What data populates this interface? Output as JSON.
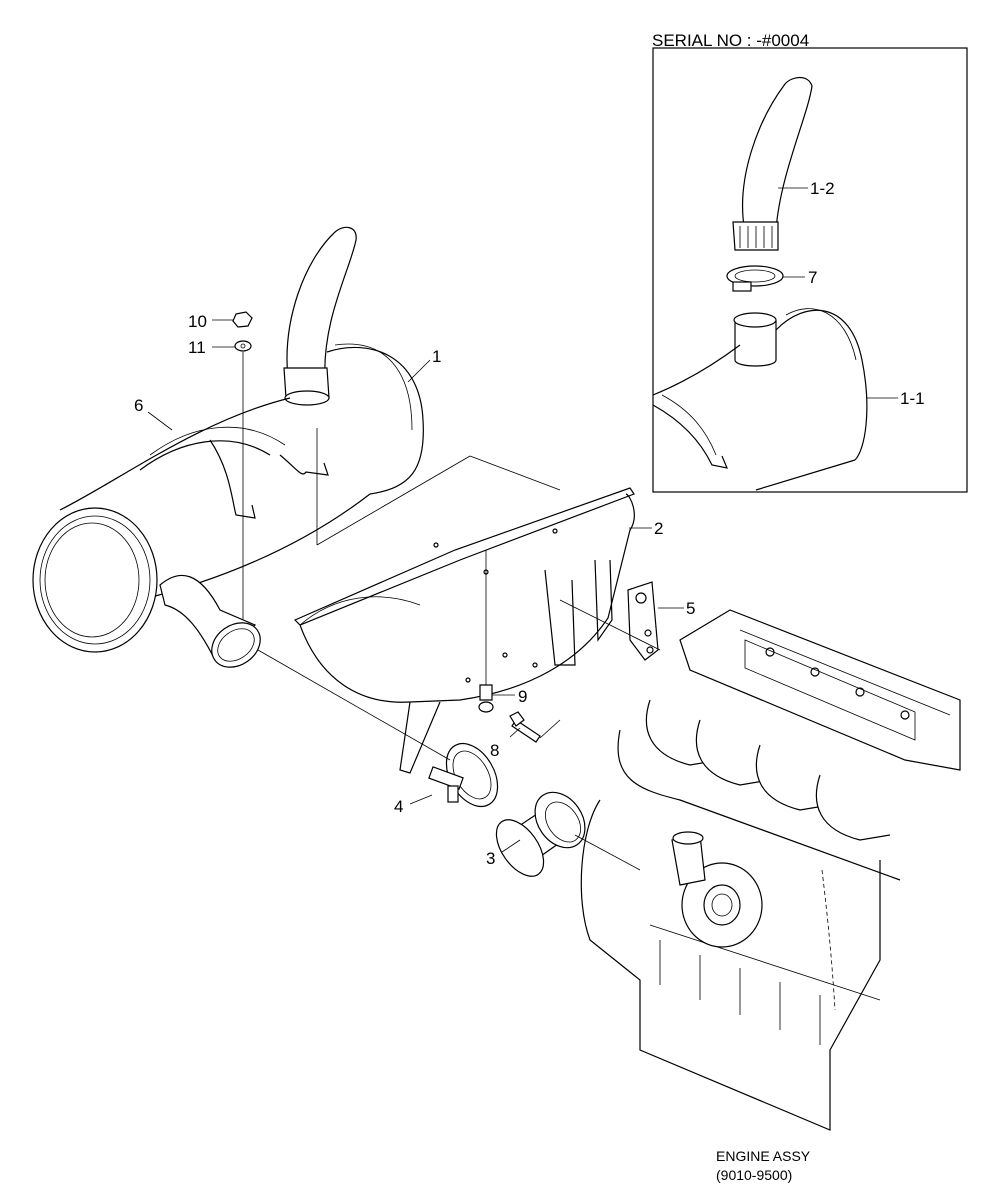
{
  "inset": {
    "title": "SERIAL NO : -#0004"
  },
  "callouts": {
    "c1": "1",
    "c2": "2",
    "c3": "3",
    "c4": "4",
    "c5": "5",
    "c6": "6",
    "c8": "8",
    "c9": "9",
    "c10": "10",
    "c11": "11",
    "c1_1": "1-1",
    "c1_2": "1-2",
    "c7": "7"
  },
  "engine": {
    "caption_line1": "ENGINE ASSY",
    "caption_line2": "(9010-9500)"
  }
}
